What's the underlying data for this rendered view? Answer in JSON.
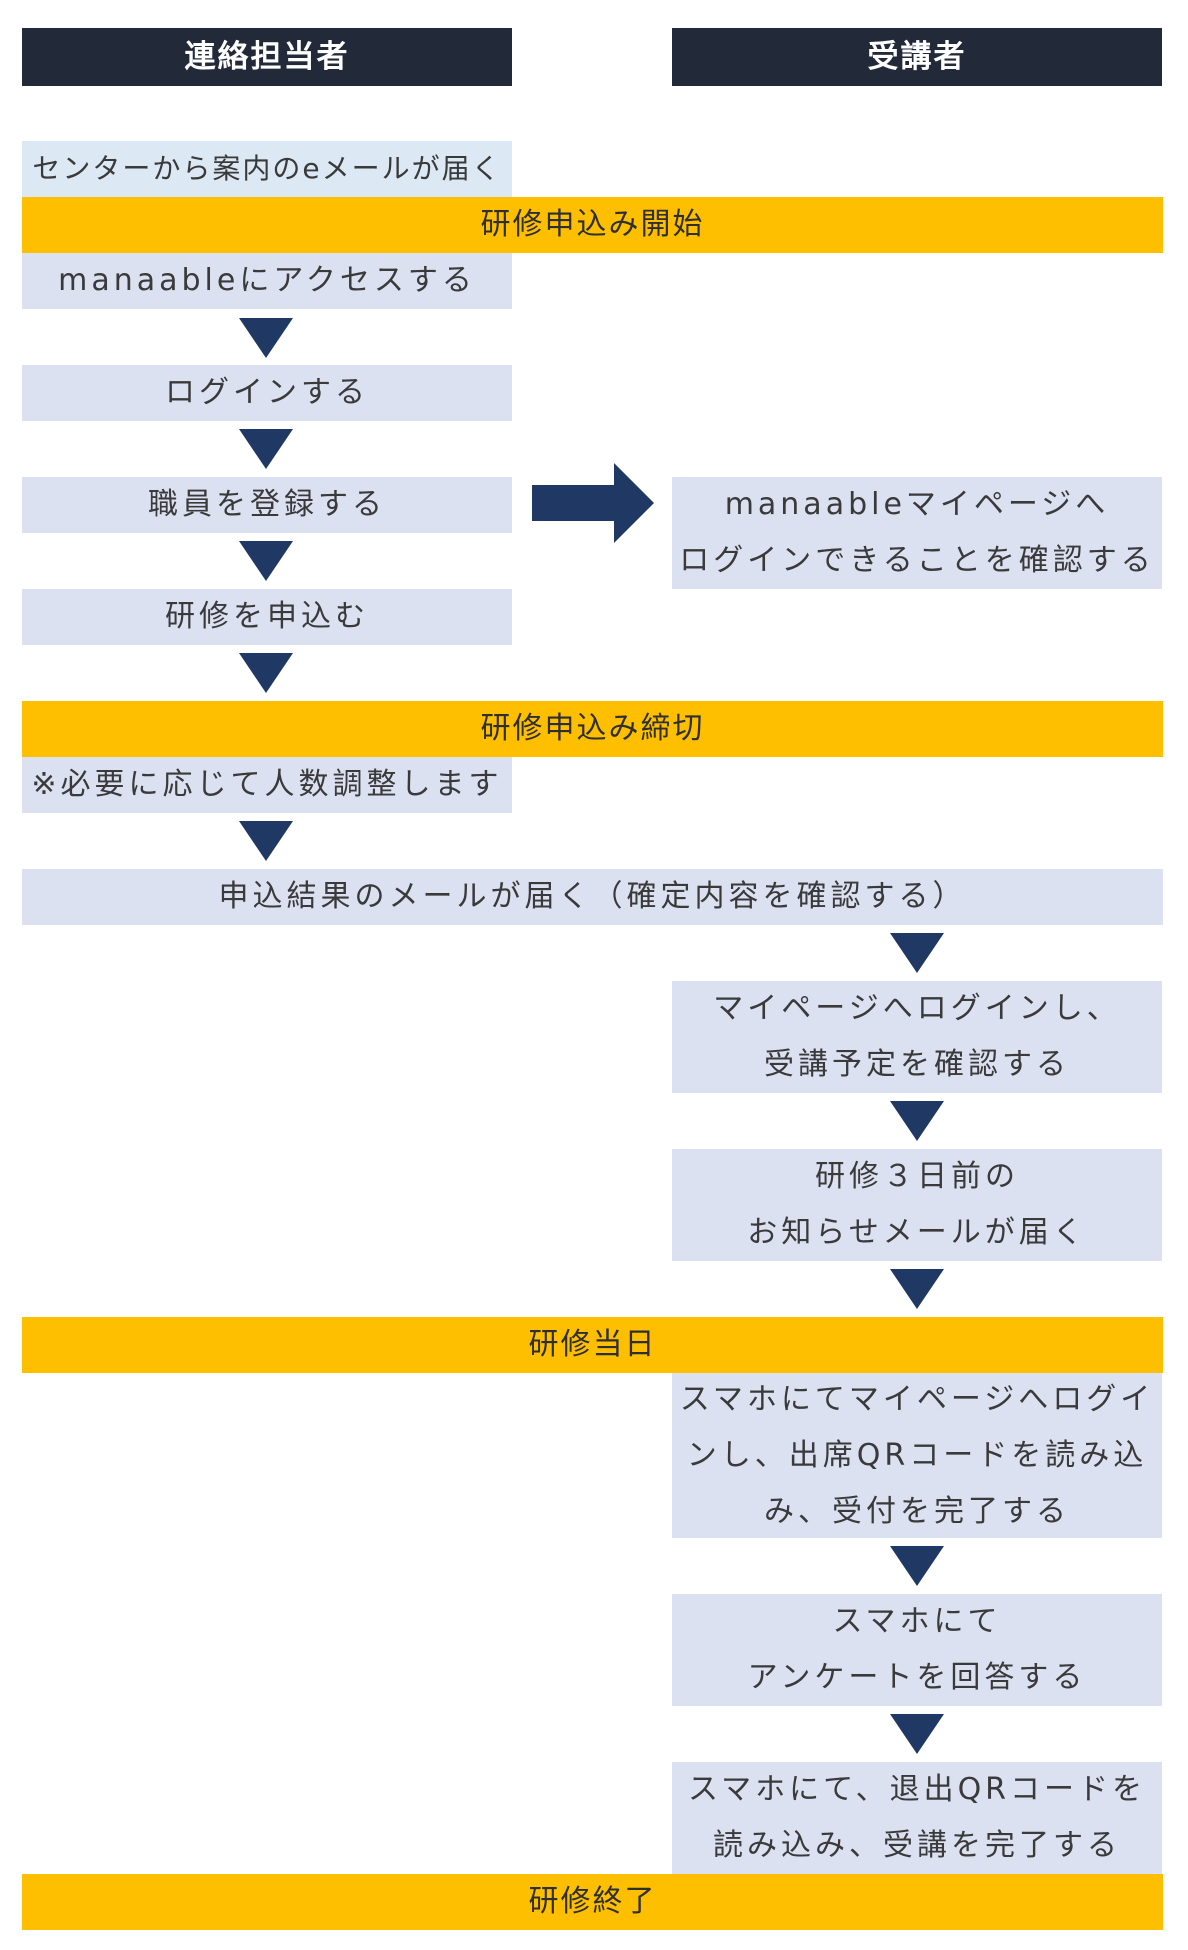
{
  "headers": {
    "left": "連絡担当者",
    "right": "受講者"
  },
  "steps": {
    "mail_notice": "センターから案内のeメールが届く",
    "phase_start": "研修申込み開始",
    "access": "manaableにアクセスする",
    "login": "ログインする",
    "register": "職員を登録する",
    "confirm_login": "manaableマイページへ\nログインできることを確認する",
    "apply": "研修を申込む",
    "phase_close": "研修申込み締切",
    "adjust": "※必要に応じて人数調整します",
    "result_mail": "申込結果のメールが届く（確定内容を確認する）",
    "check_schedule": "マイページへログインし、\n受講予定を確認する",
    "reminder": "研修３日前の\nお知らせメールが届く",
    "phase_day": "研修当日",
    "checkin": "スマホにてマイページへログイ\nンし、出席QRコードを読み込\nみ、受付を完了する",
    "survey": "スマホにて\nアンケートを回答する",
    "checkout": "スマホにて、退出QRコードを\n読み込み、受講を完了する",
    "phase_end": "研修終了"
  },
  "colors": {
    "header": "#222a3a",
    "step": "#dbe1f1",
    "phase": "#fdbf00",
    "arrow": "#1f3864"
  },
  "icons": {
    "down_arrow": "down-triangle-icon",
    "right_arrow": "right-arrow-icon"
  }
}
